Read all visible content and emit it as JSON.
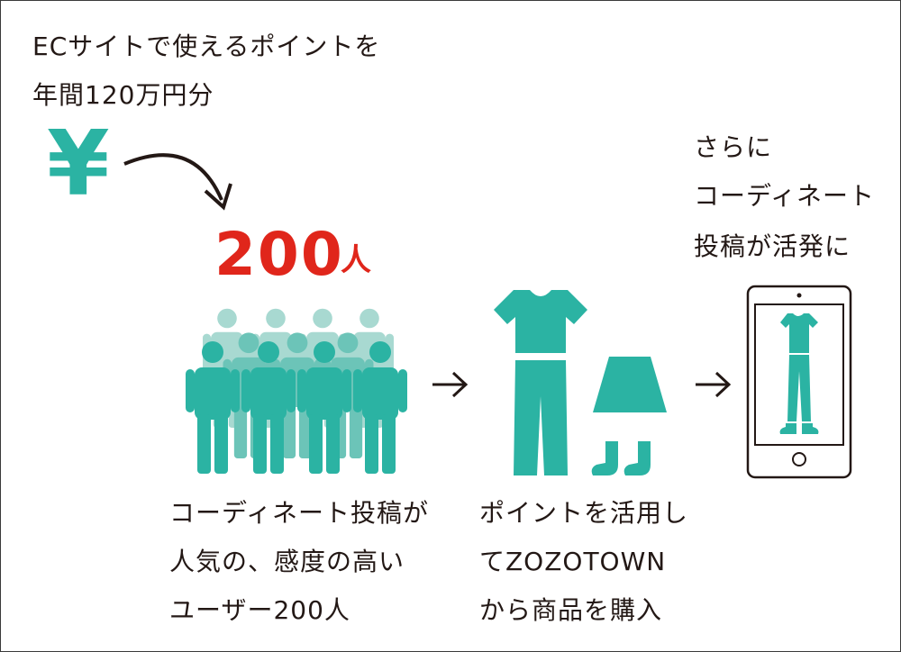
{
  "intro": {
    "line1": "ECサイトで使えるポイントを",
    "line2": "年間120万円分"
  },
  "yen_symbol": "¥",
  "users": {
    "count": "200",
    "unit": "人"
  },
  "caption_users": {
    "line1": "コーディネート投稿が",
    "line2": "人気の、感度の高い",
    "line3": "ユーザー200人"
  },
  "caption_purchase": {
    "line1": "ポイントを活用し",
    "line2": "てZOZOTOWN",
    "line3": "から商品を購入"
  },
  "caption_result": {
    "line1": "さらに",
    "line2": "コーディネート",
    "line3": "投稿が活発に"
  },
  "colors": {
    "teal": "#2bb3a3",
    "teal_light": "#a8d9d1",
    "teal_mid": "#6cc4b8",
    "red": "#e0261b",
    "ink": "#231815"
  },
  "icons": [
    "yen-icon",
    "curved-arrow-icon",
    "people-group-icon",
    "right-arrow-icon",
    "tshirt-icon",
    "pants-icon",
    "skirt-icon",
    "boots-icon",
    "smartphone-icon"
  ]
}
